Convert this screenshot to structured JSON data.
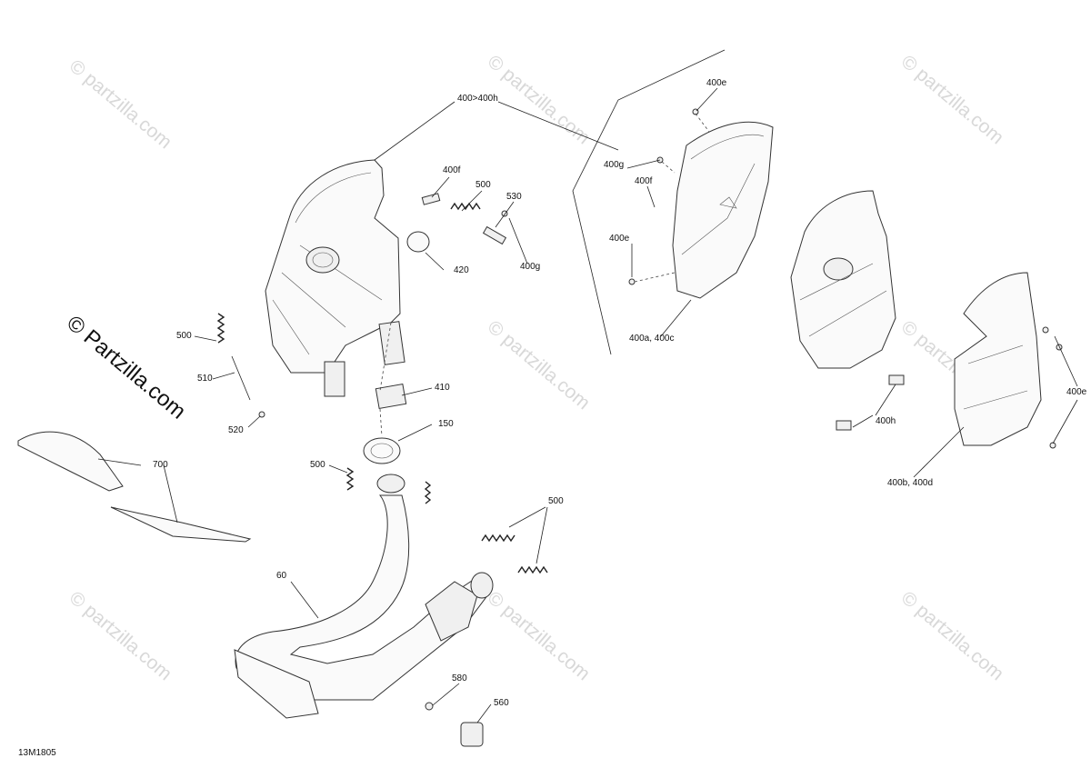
{
  "diagram_code": "13M1805",
  "watermark": {
    "text": "© Partzilla.com",
    "faint_text": "© partzilla.com"
  },
  "callouts": {
    "c400_400h": "400>400h",
    "c400e_top": "400e",
    "c400g_right": "400g",
    "c400f_right": "400f",
    "c400e_mid": "400e",
    "c400a_400c": "400a, 400c",
    "c400f_left": "400f",
    "c500_top": "500",
    "c530": "530",
    "c400g_left": "400g",
    "c420": "420",
    "c500_left": "500",
    "c510": "510",
    "c520": "520",
    "c410": "410",
    "c150": "150",
    "c500_mid": "500",
    "c700": "700",
    "c500_right": "500",
    "c60": "60",
    "c580": "580",
    "c560": "560",
    "c400h": "400h",
    "c400e_far": "400e",
    "c400b_400d": "400b, 400d"
  }
}
